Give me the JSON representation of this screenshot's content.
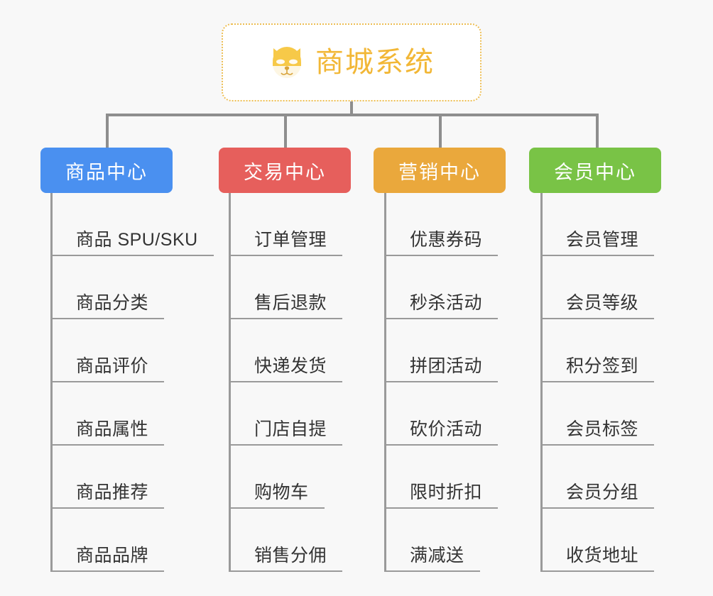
{
  "root": {
    "icon": "dog-face-icon",
    "title": "商城系统",
    "border_color": "#edbe54",
    "text_color": "#f2b736"
  },
  "connector_color": "#8e8e8e",
  "columns": [
    {
      "id": "product-center",
      "label": "商品中心",
      "color": "#4a90f0",
      "items": [
        "商品 SPU/SKU",
        "商品分类",
        "商品评价",
        "商品属性",
        "商品推荐",
        "商品品牌"
      ]
    },
    {
      "id": "trade-center",
      "label": "交易中心",
      "color": "#e65f5c",
      "items": [
        "订单管理",
        "售后退款",
        "快递发货",
        "门店自提",
        "购物车",
        "销售分佣"
      ]
    },
    {
      "id": "marketing-center",
      "label": "营销中心",
      "color": "#eaa83c",
      "items": [
        "优惠券码",
        "秒杀活动",
        "拼团活动",
        "砍价活动",
        "限时折扣",
        "满减送"
      ]
    },
    {
      "id": "member-center",
      "label": "会员中心",
      "color": "#79c346",
      "items": [
        "会员管理",
        "会员等级",
        "积分签到",
        "会员标签",
        "会员分组",
        "收货地址"
      ]
    }
  ]
}
